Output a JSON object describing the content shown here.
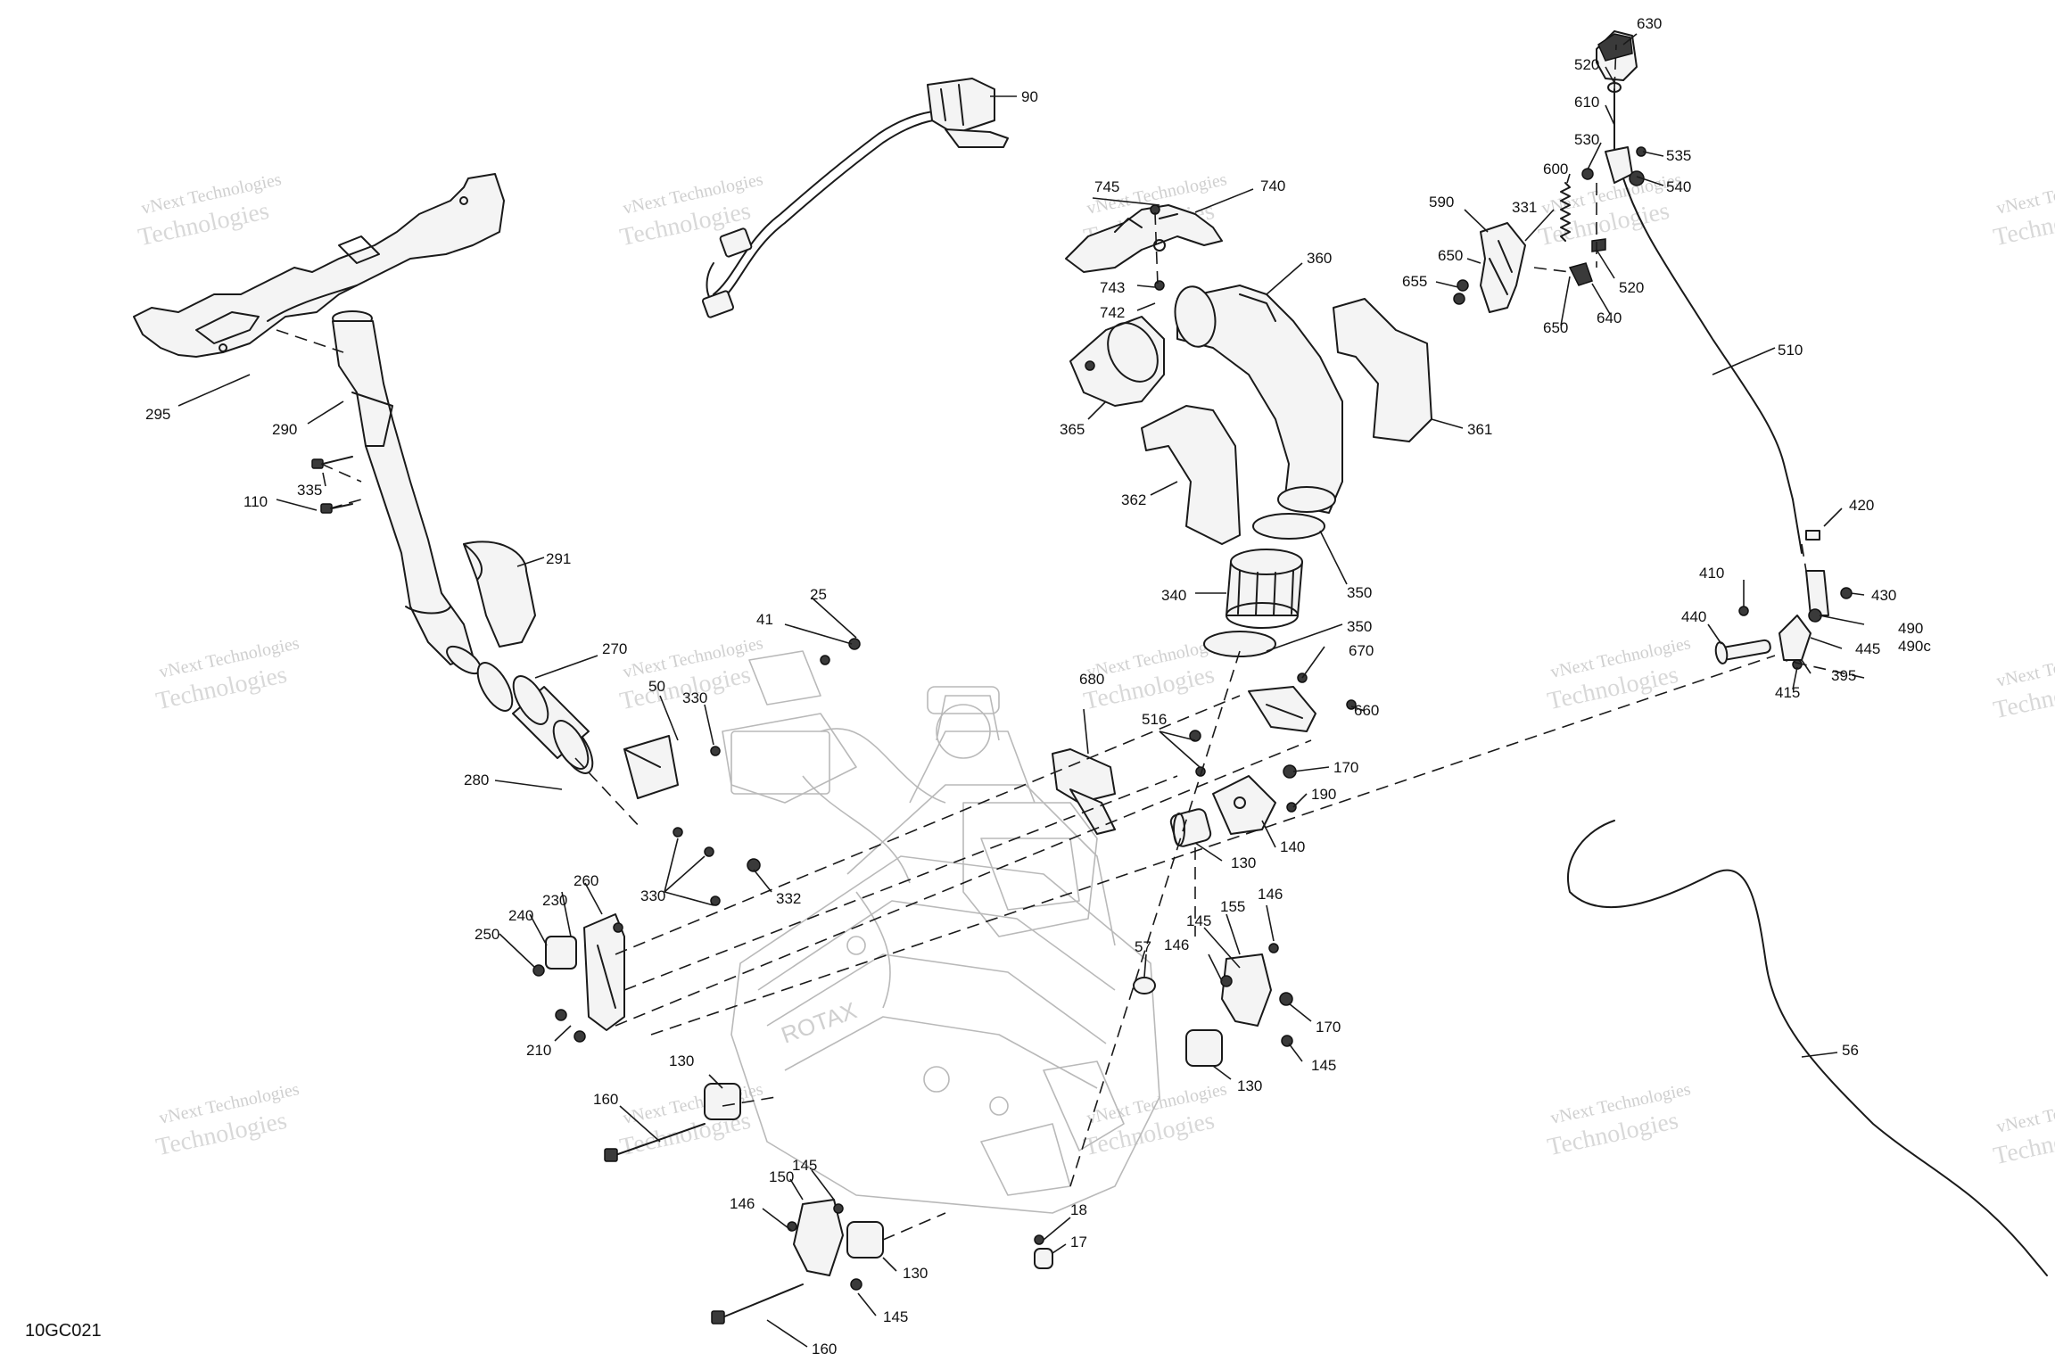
{
  "figure_id": "10GC021",
  "watermark": {
    "line1": "vNext Technologies",
    "line2": "Technologies"
  },
  "callouts": {
    "c_630": "630",
    "c_520_top": "520",
    "c_610": "610",
    "c_530": "530",
    "c_535": "535",
    "c_540": "540",
    "c_600": "600",
    "c_590": "590",
    "c_331": "331",
    "c_650_a": "650",
    "c_655": "655",
    "c_650_b": "650",
    "c_640": "640",
    "c_520_b": "520",
    "c_510": "510",
    "c_90": "90",
    "c_745": "745",
    "c_740": "740",
    "c_743": "743",
    "c_742": "742",
    "c_360": "360",
    "c_365": "365",
    "c_361": "361",
    "c_362": "362",
    "c_340": "340",
    "c_350_a": "350",
    "c_350_b": "350",
    "c_295": "295",
    "c_290": "290",
    "c_335": "335",
    "c_110": "110",
    "c_291": "291",
    "c_25": "25",
    "c_41": "41",
    "c_270": "270",
    "c_50": "50",
    "c_330_a": "330",
    "c_280": "280",
    "c_330_b": "330",
    "c_332": "332",
    "c_680": "680",
    "c_670": "670",
    "c_660": "660",
    "c_516": "516",
    "c_170_a": "170",
    "c_190": "190",
    "c_140": "140",
    "c_130_a": "130",
    "c_420": "420",
    "c_410": "410",
    "c_430": "430",
    "c_440": "440",
    "c_490": "490",
    "c_490c": "490c",
    "c_445": "445",
    "c_395": "395",
    "c_415": "415",
    "c_260": "260",
    "c_240": "240",
    "c_230": "230",
    "c_250": "250",
    "c_210": "210",
    "c_57": "57",
    "c_145_a": "145",
    "c_155": "155",
    "c_146_a": "146",
    "c_146_b": "146",
    "c_170_b": "170",
    "c_145_b": "145",
    "c_130_b": "130",
    "c_56": "56",
    "c_130_c": "130",
    "c_160_a": "160",
    "c_18": "18",
    "c_17": "17",
    "c_145_c": "145",
    "c_150": "150",
    "c_146_c": "146",
    "c_130_d": "130",
    "c_145_d": "145",
    "c_160_b": "160"
  }
}
